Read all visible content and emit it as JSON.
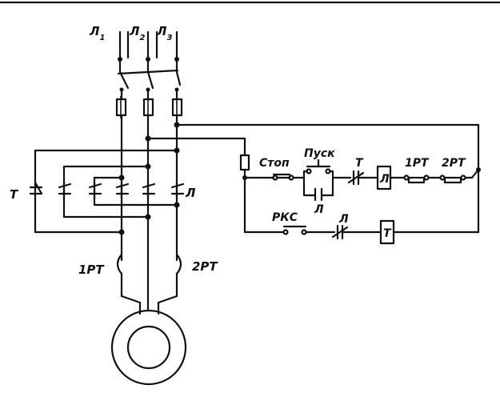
{
  "labels": {
    "phase1": "Л",
    "phase1_sub": "1",
    "phase2": "Л",
    "phase2_sub": "2",
    "phase3": "Л",
    "phase3_sub": "3",
    "power_t": "Т",
    "power_l": "Л",
    "relay1": "1РТ",
    "relay2": "2РТ",
    "stop": "Стоп",
    "start": "Пуск",
    "ctrl_t": "Т",
    "coil_l": "Л",
    "hold_l": "Л",
    "ctrl_relay1": "1РТ",
    "ctrl_relay2": "2РТ",
    "rks": "РКС",
    "rks_l": "Л",
    "coil_t": "Т"
  }
}
